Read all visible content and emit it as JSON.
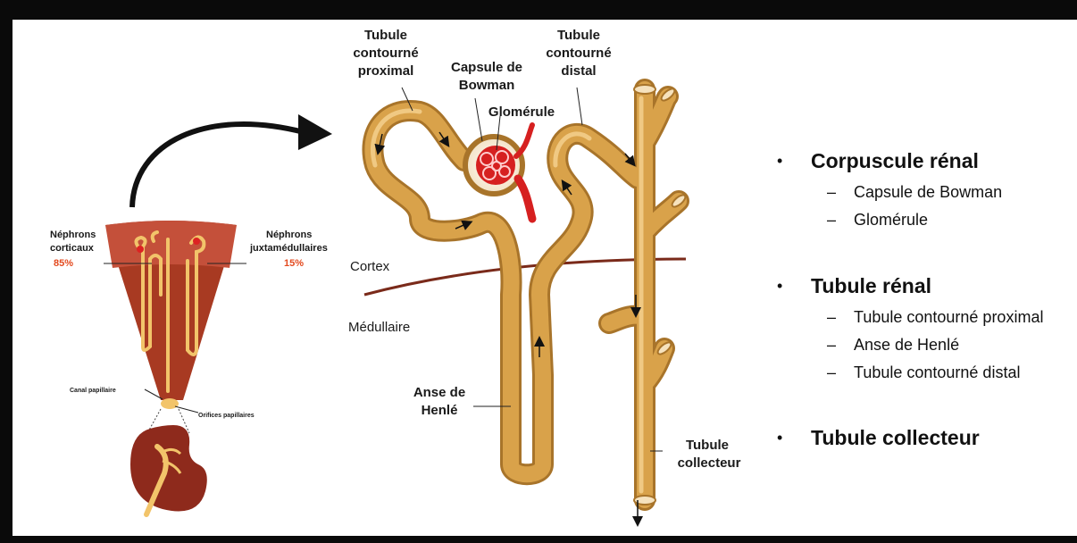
{
  "colors": {
    "frame": "#0a0a0a",
    "tubule": "#d9a24a",
    "tubule_light": "#f0c983",
    "tubule_dark": "#a8742a",
    "blood": "#d62020",
    "kidney": "#8e2a1c",
    "boundary": "#7a2a1a",
    "percent": "#e34a1f"
  },
  "left_panel": {
    "nephrons_corticaux": [
      "Néphrons",
      "corticaux"
    ],
    "corticaux_pct": "85%",
    "nephrons_juxta": [
      "Néphrons",
      "juxtamédullaires"
    ],
    "juxta_pct": "15%",
    "canal_papillaire": "Canal papillaire",
    "orifices_papillaires": "Orifices papillaires"
  },
  "diagram_labels": {
    "tubule_proximal": [
      "Tubule",
      "contourné",
      "proximal"
    ],
    "capsule_bowman": [
      "Capsule de",
      "Bowman"
    ],
    "glomerule": "Glomérule",
    "tubule_distal": [
      "Tubule",
      "contourné",
      "distal"
    ],
    "cortex": "Cortex",
    "medullaire": "Médullaire",
    "anse_henle": [
      "Anse de",
      "Henlé"
    ],
    "tubule_collecteur": [
      "Tubule",
      "collecteur"
    ]
  },
  "outline": [
    {
      "title": "Corpuscule rénal",
      "items": [
        "Capsule de Bowman",
        "Glomérule"
      ]
    },
    {
      "title": "Tubule rénal",
      "items": [
        "Tubule contourné proximal",
        "Anse de Henlé",
        "Tubule contourné distal"
      ]
    },
    {
      "title": "Tubule collecteur",
      "items": []
    }
  ],
  "glyphs": {
    "bullet": "•",
    "dash": "–"
  }
}
